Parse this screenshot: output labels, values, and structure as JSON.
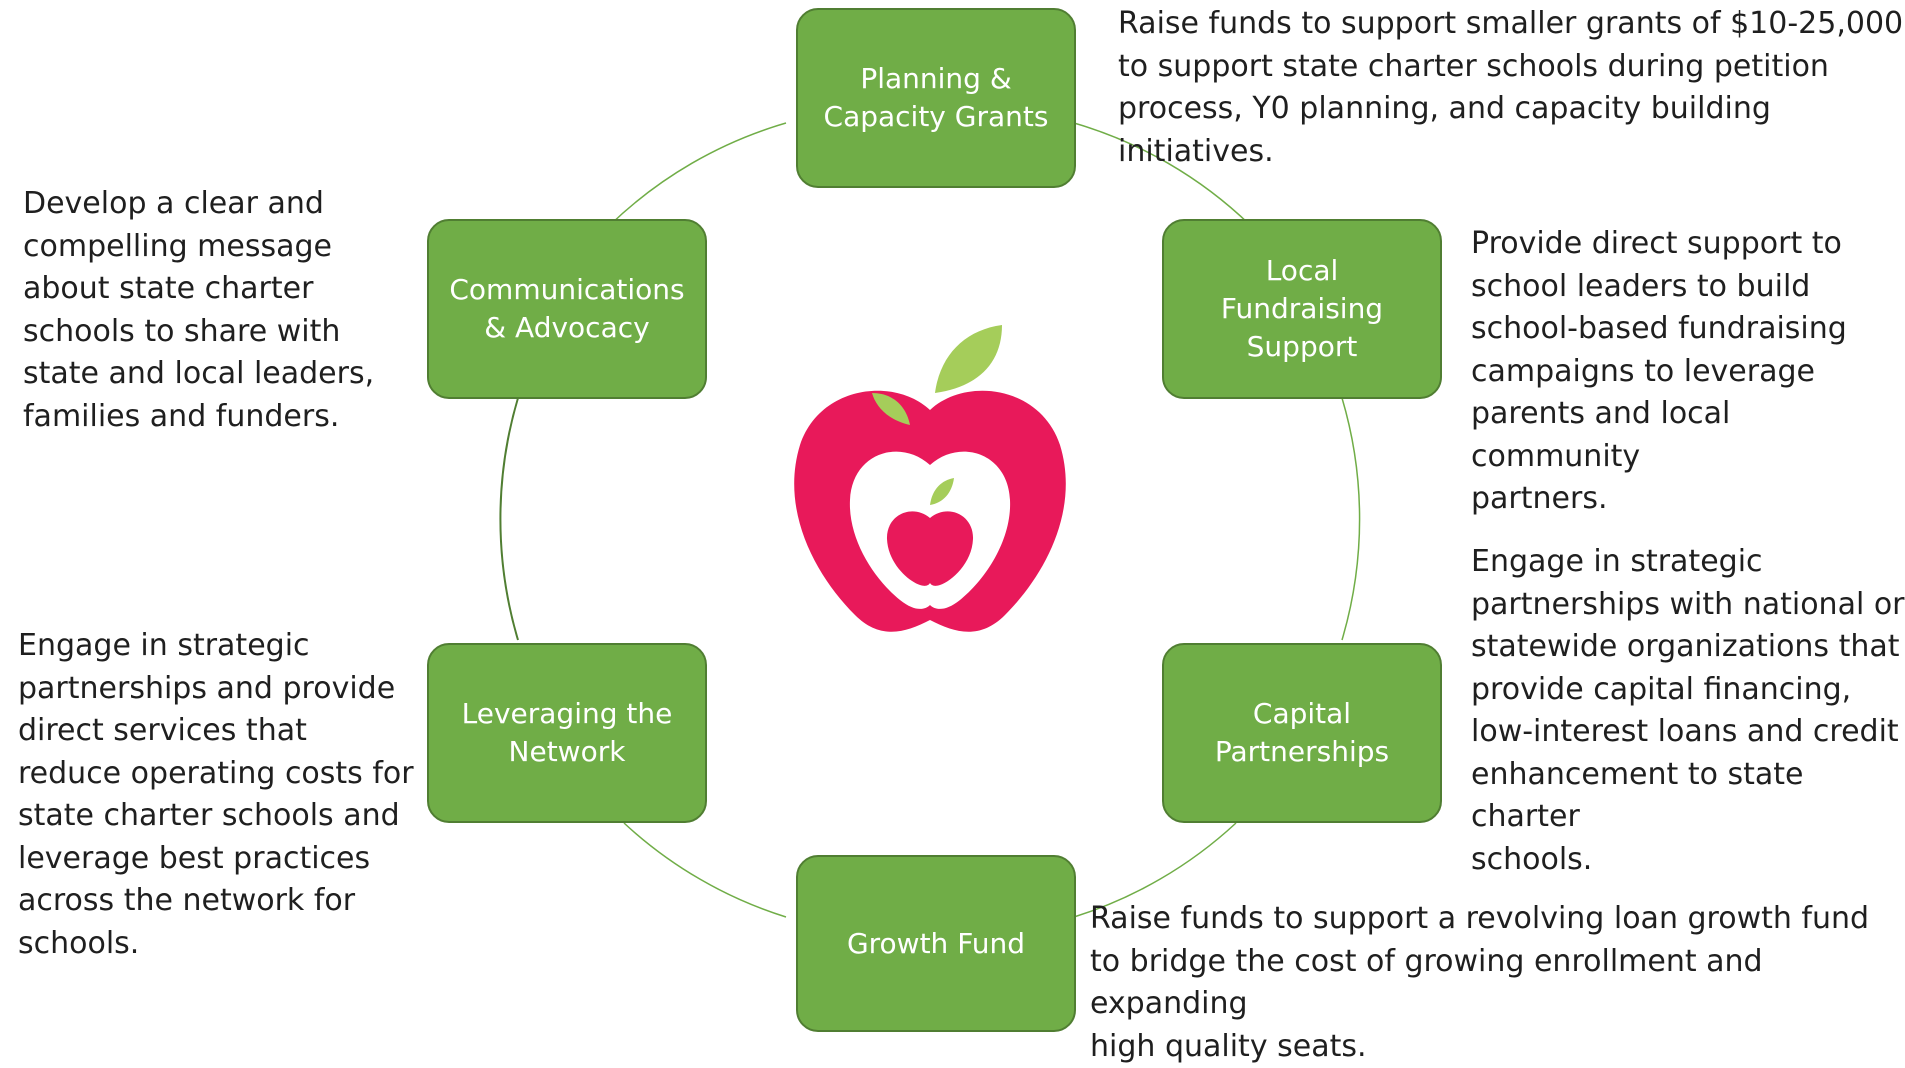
{
  "nodes": {
    "planning": "Planning &\nCapacity Grants",
    "local": "Local\nFundraising\nSupport",
    "capital": "Capital\nPartnerships",
    "growth": "Growth Fund",
    "network": "Leveraging the\nNetwork",
    "comms": "Communications\n& Advocacy"
  },
  "descriptions": {
    "planning": "Raise funds to support smaller grants of $10-25,000\nto support state charter schools during petition\nprocess, Y0 planning, and capacity building initiatives.",
    "local": "Provide direct support to\nschool leaders to build\nschool-based fundraising\ncampaigns to leverage\nparents and local community\npartners.",
    "capital": "Engage in strategic\npartnerships with national or\nstatewide organizations that\nprovide capital financing,\nlow-interest loans and credit\nenhancement to state charter\nschools.",
    "growth": "   Raise funds to support a revolving loan growth fund\nto bridge the cost of growing enrollment and expanding\nhigh quality seats.",
    "network": "Engage in strategic\npartnerships and provide\ndirect services that\nreduce operating costs for\nstate charter schools and\nleverage best practices\nacross the network for\nschools.",
    "comms": "Develop a clear and\ncompelling message\nabout state charter\nschools to share with\nstate and local leaders,\nfamilies and funders."
  },
  "colors": {
    "node_fill": "#70ad47",
    "node_border": "#507e32",
    "connector": "#70ad47",
    "apple_red": "#e8195a",
    "leaf_green": "#a5cd5a"
  },
  "icons": {
    "center": "apple-logo-icon"
  }
}
